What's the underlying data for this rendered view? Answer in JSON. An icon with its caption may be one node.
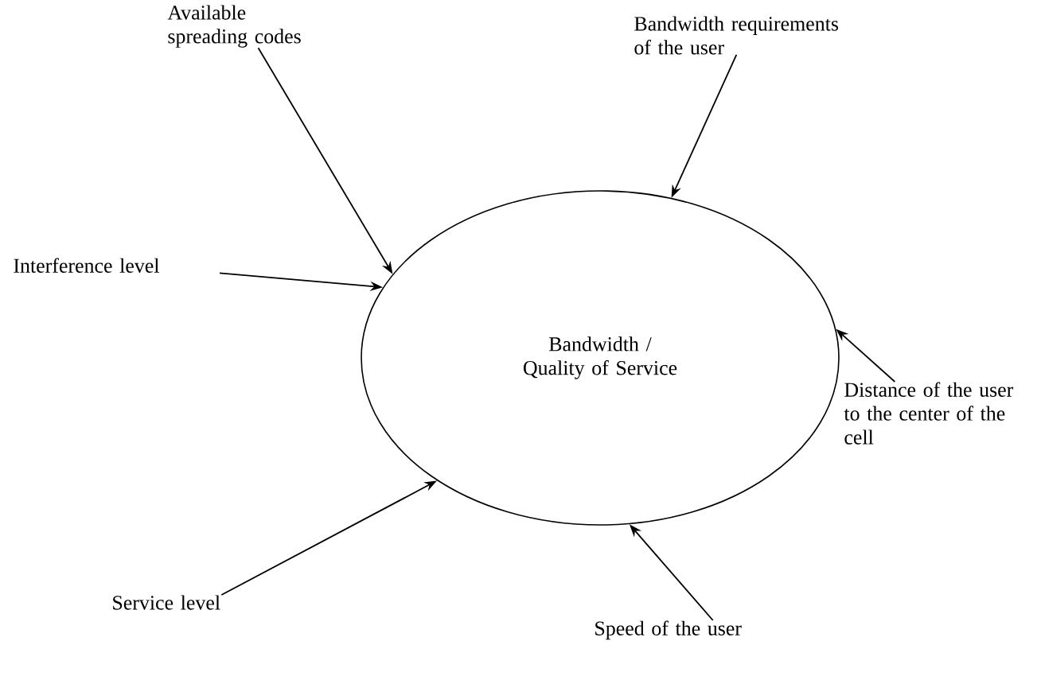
{
  "diagram": {
    "nodes": [
      {
        "text": [
          "Bandwidth / Quality of Service"
        ]
      },
      {
        "text": [
          "Available spreading codes"
        ]
      },
      {
        "text": [
          "Bandwidth requirements of the user"
        ]
      },
      {
        "text": [
          "Interference level"
        ]
      },
      {
        "text": [
          "Distance of the user to the center of the cell"
        ]
      },
      {
        "text": [
          "Service level"
        ]
      },
      {
        "text": [
          "Speed of the user"
        ]
      }
    ],
    "edges": [
      {
        "from": 1,
        "to": 0,
        "arrow": "to"
      },
      {
        "from": 2,
        "to": 0,
        "arrow": "to"
      },
      {
        "from": 3,
        "to": 0,
        "arrow": "to"
      },
      {
        "from": 4,
        "to": 0,
        "arrow": "to"
      },
      {
        "from": 5,
        "to": 0,
        "arrow": "to"
      },
      {
        "from": 6,
        "to": 0,
        "arrow": "to"
      }
    ]
  }
}
